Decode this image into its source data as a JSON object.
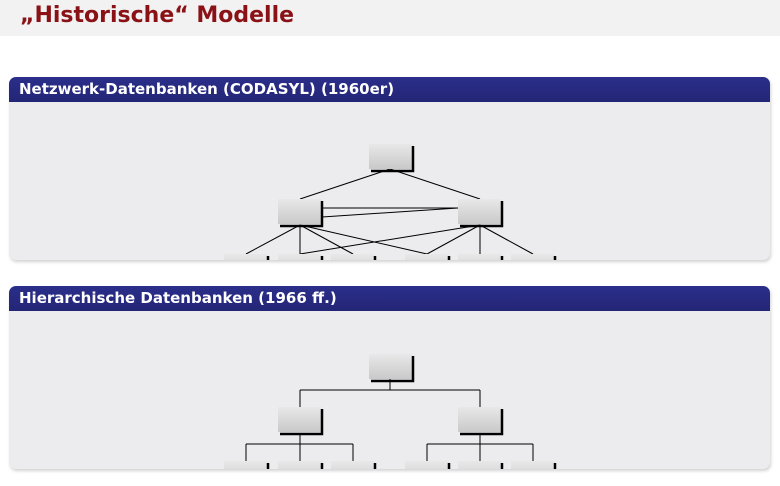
{
  "frame": {
    "title": "„Historische“ Modelle"
  },
  "blocks": [
    {
      "title": "Netzwerk-Datenbanken (CODASYL) (1960er)"
    },
    {
      "title": "Hierarchische Datenbanken (1966 ff.)"
    }
  ]
}
